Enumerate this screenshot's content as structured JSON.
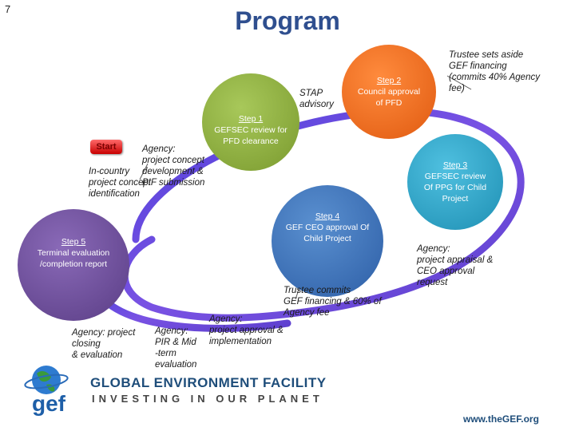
{
  "slide_number": "7",
  "title": "Program",
  "start_label": "Start",
  "steps": [
    {
      "id": "step1",
      "title": "Step 1",
      "text": "GEFSEC review for PFD clearance",
      "color": "#8fb03f"
    },
    {
      "id": "step2",
      "title": "Step 2",
      "text": "Council approval of PFD",
      "color": "#ef6b1e"
    },
    {
      "id": "step3",
      "title": "Step 3",
      "text": "GEFSEC review Of PPG for Child Project",
      "color": "#2aa3c6"
    },
    {
      "id": "step4",
      "title": "Step 4",
      "text": "GEF CEO approval Of Child Project",
      "color": "#3b73b9"
    },
    {
      "id": "step5",
      "title": "Step 5",
      "text": "Terminal evaluation /completion report",
      "color": "#6b4c96"
    }
  ],
  "annotations": {
    "in_country": "In-country\nproject concept\nidentification",
    "agency_concept": "Agency:\nproject concept\ndevelopment &\nPIF submission",
    "stap": "STAP\nadvisory",
    "trustee_sets_aside": "Trustee sets aside\nGEF financing\n(commits 40% Agency\nfee)",
    "agency_appraisal": "Agency:\nproject appraisal &\nCEO approval\nrequest",
    "trustee_commits": "Trustee commits\nGEF financing & 60% of\nAgency fee",
    "agency_approval": "Agency:\nproject approval &\nimplementation",
    "agency_pir": "Agency:\nPIR & Mid\n-term\nevaluation",
    "agency_closing": "Agency: project\nclosing\n& evaluation"
  },
  "footer": {
    "logo_word": "gef",
    "org_name": "GLOBAL ENVIRONMENT FACILITY",
    "tagline": "INVESTING IN OUR PLANET",
    "url": "www.theGEF.org"
  },
  "colors": {
    "title": "#2f4f8f",
    "cycle": "#5a2fd0",
    "start": "#d20000",
    "footer_blue": "#1e4d7a"
  }
}
